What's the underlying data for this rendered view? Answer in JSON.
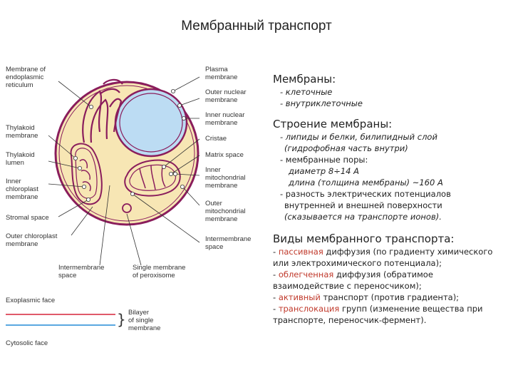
{
  "title": "Мембранный транспорт",
  "diagram": {
    "left_labels": [
      "Membrane of",
      "endoplasmic",
      "reticulum",
      "Thylakoid",
      "membrane",
      "Thylakoid",
      "lumen",
      "Inner",
      "chloroplast",
      "membrane",
      "Stromal space",
      "Outer chloroplast",
      "membrane"
    ],
    "right_labels": [
      "Plasma",
      "membrane",
      "Outer nuclear",
      "membrane",
      "Inner nuclear",
      "membrane",
      "Cristae",
      "Matrix space",
      "Inner",
      "mitochondrial",
      "membrane",
      "Outer",
      "mitochondrial",
      "membrane",
      "Intermembrane",
      "space"
    ],
    "bottom_labels": [
      "Intermembrane",
      "space",
      "Single membrane",
      "of peroxisome"
    ],
    "bilayer": {
      "exoplasmic": "Exoplasmic face",
      "cytosolic": "Cytosolic face",
      "bilayer_label": [
        "Bilayer",
        "of single",
        "membrane"
      ]
    }
  },
  "panel": {
    "membranes_title": "Мембраны:",
    "membranes_items": [
      "- клеточные",
      "- внутриклеточные"
    ],
    "structure_title": "Строение мембраны:",
    "structure_line1": "- липиды и белки, билипидный слой",
    "structure_line2": "(гидрофобная часть внутри)",
    "structure_line3": "- мембранные поры:",
    "structure_line4": "диаметр 8÷14 А",
    "structure_line5": "длина (толщина мембраны) ~160 А",
    "structure_line6": "- разность электрических потенциалов",
    "structure_line7": "внутренней и внешней поверхности",
    "structure_line8": "(сказывается на транспорте ионов).",
    "types_title": "Виды мембранного транспорта:",
    "t1_dash": "- ",
    "t1_red": "пассивная",
    "t1_rest": " диффузия (по градиенту химического",
    "t1_line2": "или электрохимического потенциала);",
    "t2_dash": "- ",
    "t2_red": "облегченная",
    "t2_rest": " диффузия (обратимое",
    "t2_line2": "взаимодействие с переносчиком);",
    "t3_dash": "- ",
    "t3_red": "активный",
    "t3_rest": " транспорт (против градиента);",
    "t4_dash": "- ",
    "t4_red": "транслокация",
    "t4_rest": " групп (изменение вещества при",
    "t4_line2": "транспорте, переносчик-фермент)."
  },
  "colors": {
    "cell_fill": "#f7e6b4",
    "membrane": "#8a1d5c",
    "nucleus": "#bcdcf3",
    "exoplasmic_line": "#e05a6a",
    "cytosolic_line": "#5aa8e0",
    "accent_red": "#c0392b"
  }
}
